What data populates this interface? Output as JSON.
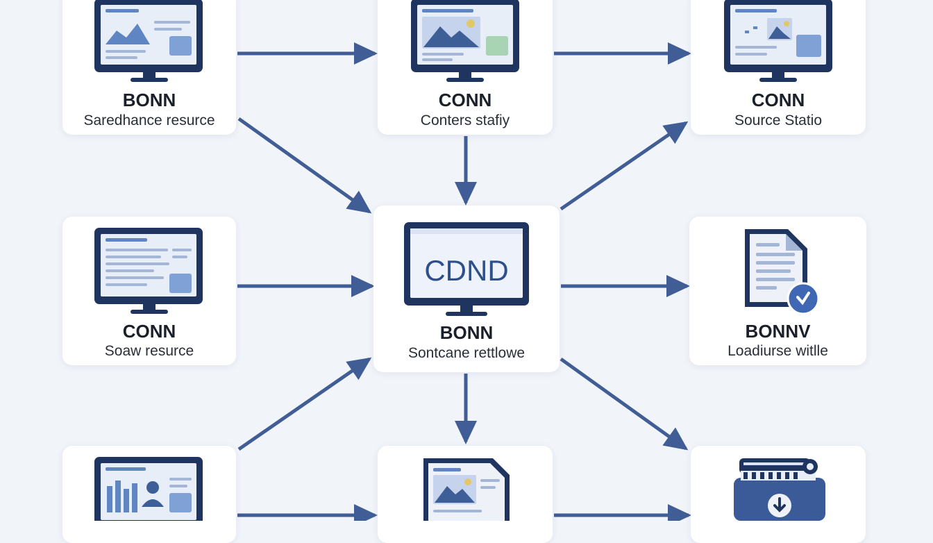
{
  "colors": {
    "background": "#f1f4f9",
    "card": "#ffffff",
    "arrow": "#415d95",
    "monitor": "#1f3560",
    "accent": "#5f86c2"
  },
  "nodes": [
    {
      "id": "top-left",
      "title": "BONN",
      "subtitle": "Saredhance resurce",
      "icon": "monitor-chart-icon"
    },
    {
      "id": "top-center",
      "title": "CONN",
      "subtitle": "Conters stafiy",
      "icon": "monitor-image-icon"
    },
    {
      "id": "top-right",
      "title": "CONN",
      "subtitle": "Source Statio",
      "icon": "monitor-image-icon"
    },
    {
      "id": "mid-left",
      "title": "CONN",
      "subtitle": "Soaw resurce",
      "icon": "monitor-text-icon"
    },
    {
      "id": "center",
      "title": "BONN",
      "subtitle": "Sontcane rettlowe",
      "icon": "monitor-cdn-icon",
      "screen_text": "CDND"
    },
    {
      "id": "mid-right",
      "title": "BONNV",
      "subtitle": "Loadiurse witlle",
      "icon": "document-download-icon"
    },
    {
      "id": "bottom-left",
      "title": "",
      "subtitle": "",
      "icon": "monitor-profile-icon"
    },
    {
      "id": "bottom-center",
      "title": "",
      "subtitle": "",
      "icon": "document-image-icon"
    },
    {
      "id": "bottom-right",
      "title": "",
      "subtitle": "",
      "icon": "server-download-icon"
    }
  ],
  "edges": [
    {
      "from": "top-left",
      "to": "top-center"
    },
    {
      "from": "top-center",
      "to": "top-right"
    },
    {
      "from": "top-left",
      "to": "center"
    },
    {
      "from": "top-center",
      "to": "center"
    },
    {
      "from": "center",
      "to": "top-right"
    },
    {
      "from": "mid-left",
      "to": "center"
    },
    {
      "from": "center",
      "to": "mid-right"
    },
    {
      "from": "bottom-left",
      "to": "center"
    },
    {
      "from": "center",
      "to": "bottom-center"
    },
    {
      "from": "center",
      "to": "bottom-right"
    },
    {
      "from": "bottom-left",
      "to": "bottom-center"
    },
    {
      "from": "bottom-center",
      "to": "bottom-right"
    }
  ]
}
